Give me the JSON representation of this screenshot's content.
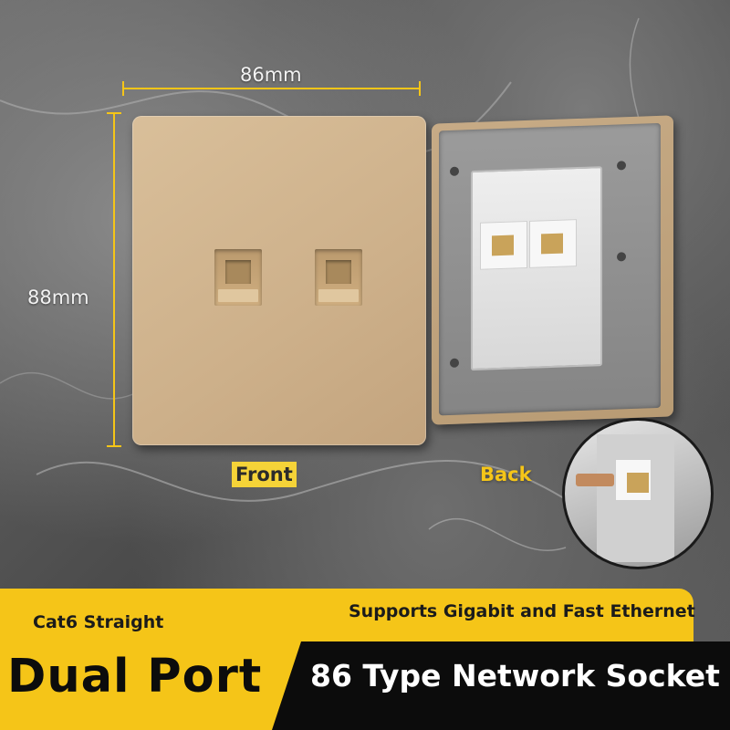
{
  "dimensions": {
    "width_label": "86mm",
    "height_label": "88mm"
  },
  "views": {
    "front_label": "Front",
    "back_label": "Back"
  },
  "banner": {
    "left_small": "Cat6 Straight",
    "right_small": "Supports Gigabit and Fast Ethernet",
    "headline": "Dual Port",
    "subhead": "86 Type Network Socket"
  },
  "colors": {
    "accent": "#f5c518",
    "plate": "#d2b48c",
    "banner_dark": "#0c0c0c"
  },
  "icons": {
    "port": "rj45-port-icon"
  }
}
